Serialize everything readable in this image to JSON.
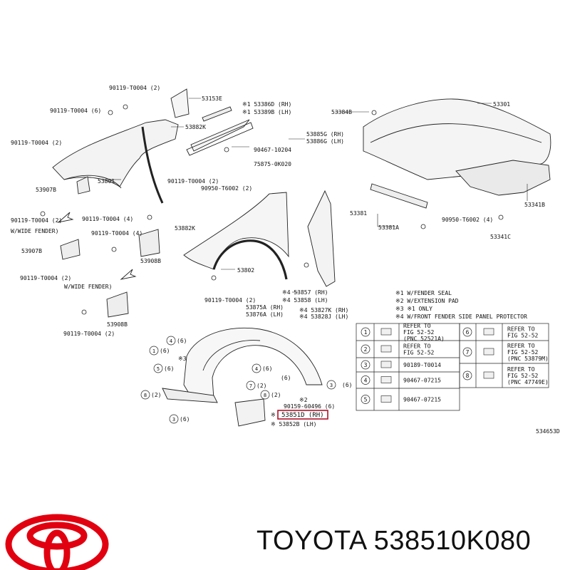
{
  "diagram": {
    "code": "534653D",
    "highlight_color": "#b0122a",
    "labels": {
      "p53153E": "53153E",
      "p53386D": "※1 53386D (RH)",
      "p53389B": "※1 53389B (LH)",
      "p53882K_a": "53882K",
      "p53885G": "53885G (RH)",
      "p53886G": "53886G (LH)",
      "p90467_10204": "90467-10204",
      "p75875": "75875-0K020",
      "p53801": "53801",
      "p53907B_a": "53907B",
      "p90119_a": "90119-T0004 (2)",
      "p90119_b": "90119-T0004 (6)",
      "p90119_c": "90119-T0004 (2)",
      "p90119_d": "90119-T0004 (2)",
      "p90119_e": "90119-T0004 (2)",
      "p90119_f": "90119-T0004 (4)",
      "p90119_g": "90119-T0004 (4)",
      "p90119_h": "90119-T0004 (2)",
      "p90119_i": "90119-T0004 (2)",
      "p90119_j": "90119-T0004 (2)",
      "p90950_a": "90950-T6002 (2)",
      "p53882K_b": "53882K",
      "wide1": "W/WIDE FENDER)",
      "p53907B_b": "53907B",
      "p53908B_a": "53908B",
      "wide2": "W/WIDE FENDER)",
      "p53908B_b": "53908B",
      "p53802": "53802",
      "p53857": "※4 53857 (RH)",
      "p53858": "※4 53858 (LH)",
      "p53827K": "※4 53827K (RH)",
      "p53828J": "※4 53828J (LH)",
      "p53875A": "53875A (RH)",
      "p53876A": "53876A (LH)",
      "p53384B": "53384B",
      "p53301": "53301",
      "p53381": "53381",
      "p53381A": "53381A",
      "p90950_b": "90950-T6002 (4)",
      "p53341B": "53341B",
      "p53341C": "53341C",
      "n1": "※1 W/FENDER SEAL",
      "n2": "※2 W/EXTENSION PAD",
      "n3": "※3 ※1 ONLY",
      "n4": "※4 W/FRONT FENDER SIDE PANEL PROTECTOR",
      "c1": "(6)",
      "c2": "(6)",
      "c3": "※3",
      "c4": "(6)",
      "c5": "(6)",
      "c6": "(6)",
      "c7": "(2)",
      "c8": "(6)",
      "c9": "(2)",
      "c10": "(6)",
      "p90159": "90159-60496 (6)",
      "sx2": "※2",
      "p53851D": "53851D (RH)",
      "p53852B": "※ 53852B (LH)",
      "sx1": "※"
    },
    "legend_left": [
      {
        "num": "1",
        "line1": "REFER TO",
        "line2": "FIG 52-52",
        "line3": "(PNC 52521A)"
      },
      {
        "num": "2",
        "line1": "REFER TO",
        "line2": "FIG 52-52",
        "line3": ""
      },
      {
        "num": "3",
        "line1": "90189-T0014",
        "line2": "",
        "line3": ""
      },
      {
        "num": "4",
        "line1": "90467-07215",
        "line2": "",
        "line3": ""
      },
      {
        "num": "5",
        "line1": "90467-07215",
        "line2": "",
        "line3": ""
      }
    ],
    "legend_right": [
      {
        "num": "6",
        "line1": "REFER TO",
        "line2": "FIG 52-52",
        "line3": ""
      },
      {
        "num": "7",
        "line1": "REFER TO",
        "line2": "FIG 52-52",
        "line3": "(PNC 53879M)"
      },
      {
        "num": "8",
        "line1": "REFER TO",
        "line2": "FIG 52-52",
        "line3": "(PNC 47749E)"
      }
    ]
  },
  "brand": {
    "text": "TOYOTA 538510K080",
    "logo_color": "#e1000f"
  }
}
